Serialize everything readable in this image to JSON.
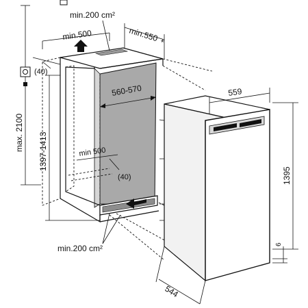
{
  "labels": {
    "vent_top": "min.200 cm²",
    "vent_bottom": "min.200 cm²",
    "top_depth": "min.500",
    "side_depth": "min.550",
    "side_depth_mark": "*",
    "top_offset": "(40)",
    "inner_width": "560-570",
    "inner_depth": "min 500",
    "bottom_offset": "(40)",
    "max_height": "max. 2100",
    "niche_height": "1397-1413",
    "appliance_width": "559",
    "appliance_height": "1395",
    "foot_height": "6",
    "appliance_depth": "544"
  },
  "colors": {
    "niche_back": "#a9a9a9",
    "line": "#111111"
  }
}
